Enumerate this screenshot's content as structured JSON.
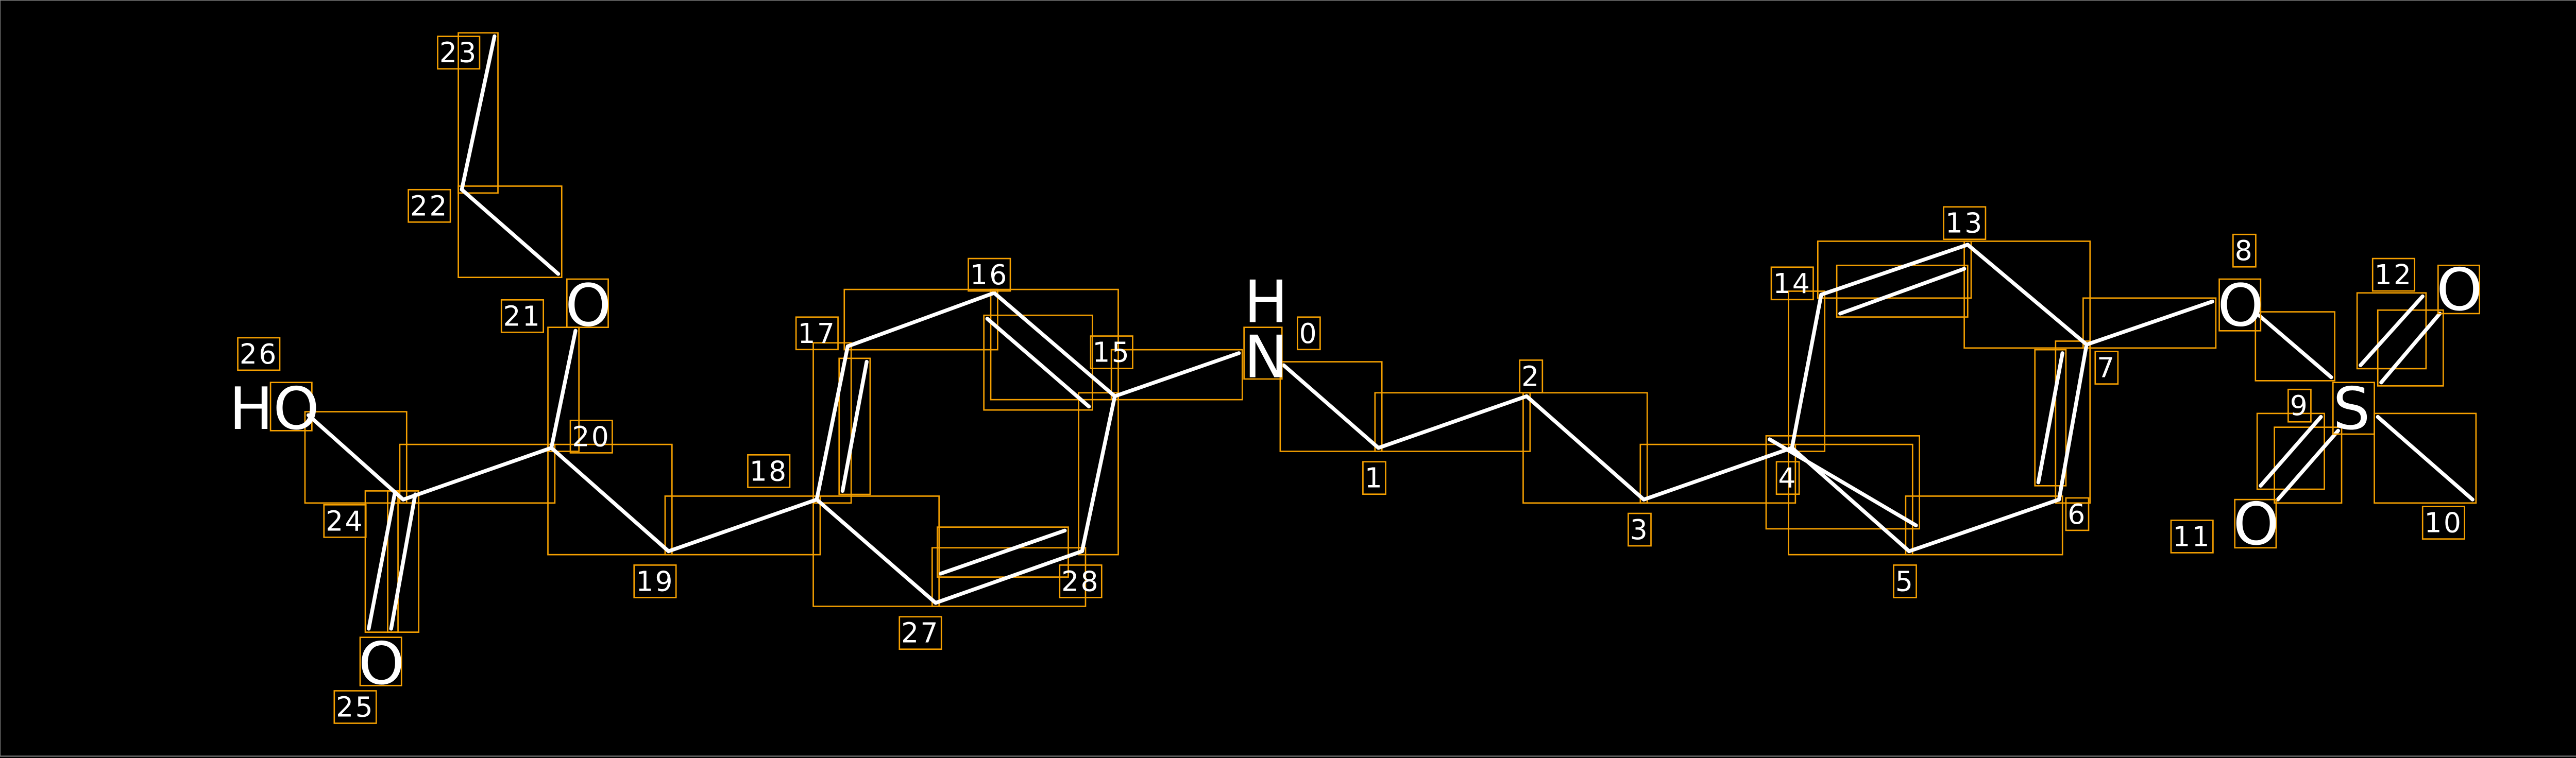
{
  "atoms": {
    "h0": "H",
    "n0": "N",
    "o8": "O",
    "s9": "S",
    "o11": "O",
    "o12": "O",
    "o21": "O",
    "ho26": "HO",
    "o25": "O"
  },
  "indices": [
    "0",
    "1",
    "2",
    "3",
    "4",
    "5",
    "6",
    "7",
    "8",
    "9",
    "10",
    "11",
    "12",
    "13",
    "14",
    "15",
    "16",
    "17",
    "18",
    "19",
    "20",
    "21",
    "22",
    "23",
    "24",
    "25",
    "26",
    "27",
    "28"
  ],
  "colors": {
    "bond": "#ffffff",
    "box": "#f5a000",
    "background": "#000000"
  }
}
